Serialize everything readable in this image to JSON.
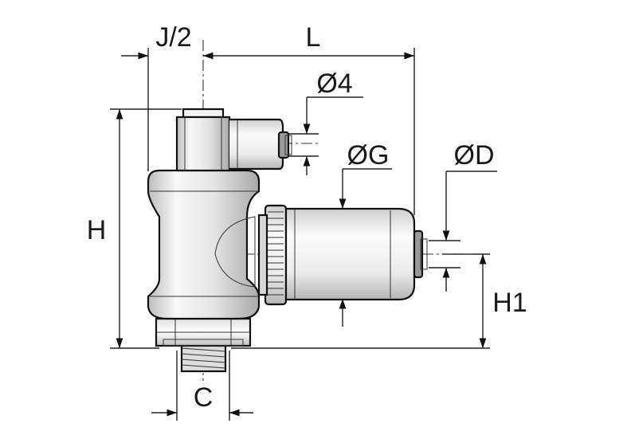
{
  "dimension_labels": {
    "j_half": "J/2",
    "length": "L",
    "tube_small": "Ø4",
    "thread_g": "ØG",
    "tube_d": "ØD",
    "height": "H",
    "height_1": "H1",
    "thread_c": "C"
  },
  "colors": {
    "line": "#111111",
    "body_light": "#f2f2f2",
    "body_shade": "#c8c8c8",
    "background": "#ffffff"
  }
}
